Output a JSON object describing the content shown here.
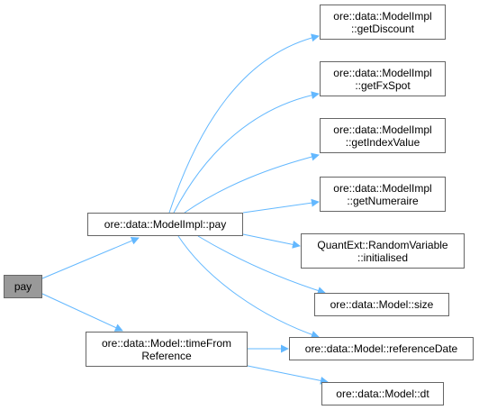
{
  "edge_color": "#63b8ff",
  "nodes": {
    "pay": {
      "lines": [
        "pay"
      ]
    },
    "modelimpl_pay": {
      "lines": [
        "ore::data::ModelImpl::pay"
      ]
    },
    "time_from_reference": {
      "lines": [
        "ore::data::Model::timeFrom",
        "Reference"
      ]
    },
    "get_discount": {
      "lines": [
        "ore::data::ModelImpl",
        "::getDiscount"
      ]
    },
    "get_fx_spot": {
      "lines": [
        "ore::data::ModelImpl",
        "::getFxSpot"
      ]
    },
    "get_index_value": {
      "lines": [
        "ore::data::ModelImpl",
        "::getIndexValue"
      ]
    },
    "get_numeraire": {
      "lines": [
        "ore::data::ModelImpl",
        "::getNumeraire"
      ]
    },
    "initialised": {
      "lines": [
        "QuantExt::RandomVariable",
        "::initialised"
      ]
    },
    "size": {
      "lines": [
        "ore::data::Model::size"
      ]
    },
    "reference_date": {
      "lines": [
        "ore::data::Model::referenceDate"
      ]
    },
    "dt": {
      "lines": [
        "ore::data::Model::dt"
      ]
    }
  },
  "edges": [
    [
      "pay",
      "modelimpl_pay"
    ],
    [
      "pay",
      "time_from_reference"
    ],
    [
      "modelimpl_pay",
      "get_discount"
    ],
    [
      "modelimpl_pay",
      "get_fx_spot"
    ],
    [
      "modelimpl_pay",
      "get_index_value"
    ],
    [
      "modelimpl_pay",
      "get_numeraire"
    ],
    [
      "modelimpl_pay",
      "initialised"
    ],
    [
      "modelimpl_pay",
      "size"
    ],
    [
      "modelimpl_pay",
      "reference_date"
    ],
    [
      "time_from_reference",
      "reference_date"
    ],
    [
      "time_from_reference",
      "dt"
    ]
  ]
}
